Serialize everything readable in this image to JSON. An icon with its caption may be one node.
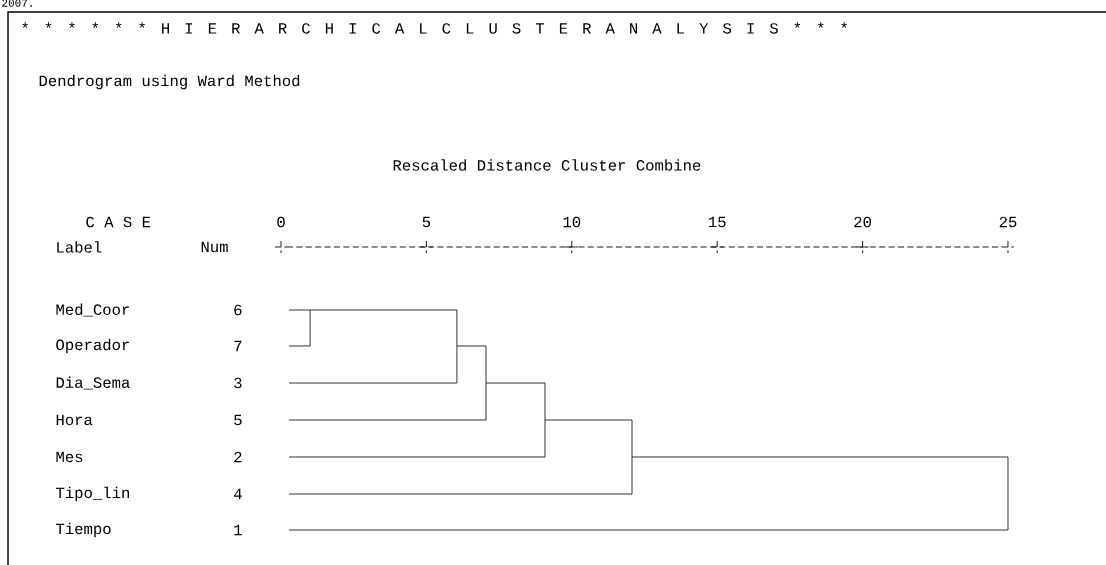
{
  "diagram": {
    "title": "* * * * * * H I E R A R C H I C A L C L U S T E R A N A L Y S I S * * *",
    "labels": [
      "2007.",
      "Dendrogram using Ward Method",
      "Rescaled Distance Cluster Combine",
      "C A S E",
      "0",
      "5",
      "10",
      "15",
      "20",
      "25",
      "Label",
      "Num",
      "Med_Coor",
      "6",
      "Operador",
      "7",
      "Dia_Sema",
      "3",
      "Hora",
      "5",
      "Mes",
      "2",
      "Tipo_lin",
      "4",
      "Tiempo",
      "1"
    ]
  }
}
